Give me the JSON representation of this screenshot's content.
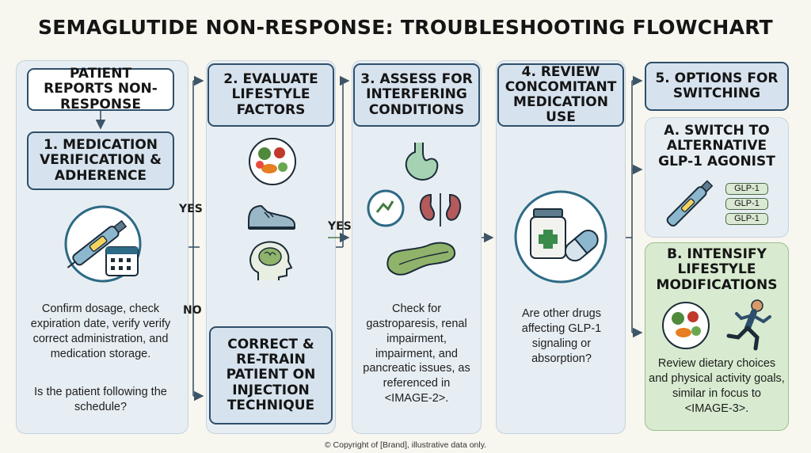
{
  "title": "SEMAGLUTIDE NON-RESPONSE: TROUBLESHOOTING FLOWCHART",
  "start_box": "PATIENT REPORTS NON-RESPONSE",
  "step1": {
    "heading": "1. MEDICATION VERIFICATION & ADHERENCE",
    "text": "Confirm dosage, check expiration date, verify verify correct administration, and medication storage.",
    "question": "Is the patient following the schedule?"
  },
  "branch": {
    "yes": "YES",
    "no": "NO",
    "yes2": "YES"
  },
  "step2": {
    "heading": "2. EVALUATE LIFESTYLE FACTORS"
  },
  "retrain": {
    "heading": "CORRECT & RE-TRAIN PATIENT ON INJECTION TECHNIQUE"
  },
  "step3": {
    "heading": "3. ASSESS FOR INTERFERING CONDITIONS",
    "text": "Check for gastroparesis, renal impairment, impairment, and pancreatic issues, as referenced in <IMAGE-2>."
  },
  "step4": {
    "heading": "4. REVIEW CONCOMITANT MEDICATION USE",
    "text": "Are other drugs affecting GLP-1 signaling or absorption?"
  },
  "step5": {
    "heading": "5. OPTIONS FOR SWITCHING"
  },
  "optionA": {
    "heading": "A. SWITCH TO ALTERNATIVE GLP-1 AGONIST",
    "tags": [
      "GLP-1",
      "GLP-1",
      "GLP-1"
    ]
  },
  "optionB": {
    "heading": "B. INTENSIFY LIFESTYLE MODIFICATIONS",
    "text": "Review dietary choices and physical activity goals, similar in focus to <IMAGE-3>."
  },
  "copyright": "© Copyright of [Brand], illustrative data only.",
  "colors": {
    "panel": "#e7eef3",
    "box": "#d6e3ee",
    "border": "#2f4f6a",
    "green_panel": "#d8ebd0",
    "arrow": "#3d5568"
  }
}
